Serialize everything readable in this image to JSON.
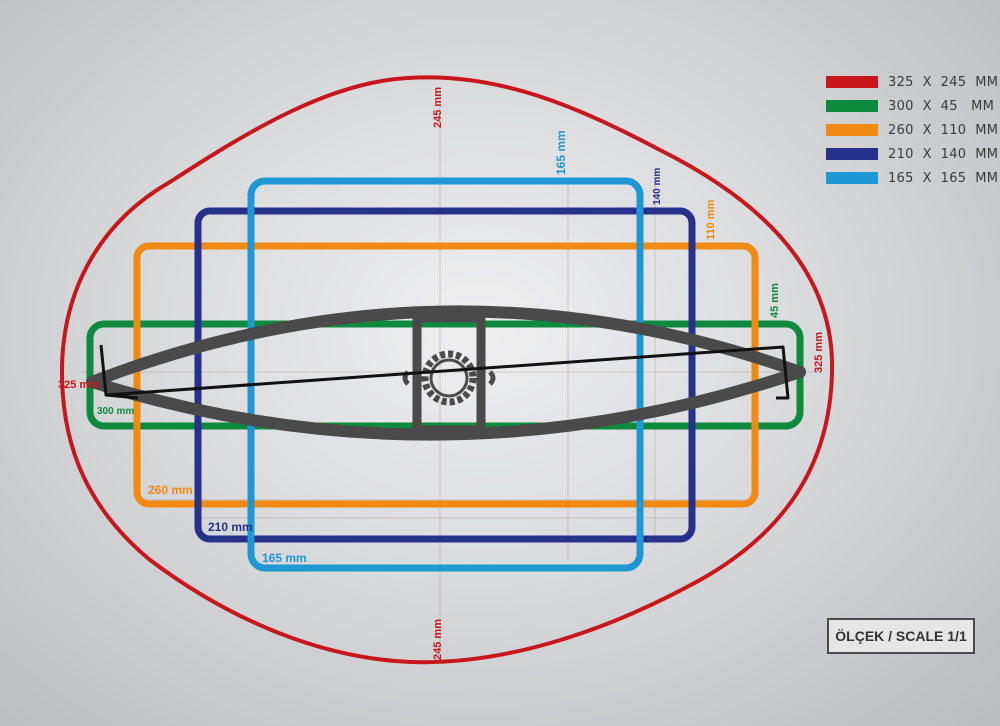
{
  "colors": {
    "red": "#c8161d",
    "green": "#0e8a3e",
    "orange": "#f08a12",
    "navy": "#25318a",
    "blue": "#1f97d4",
    "part": "#4a4a4a"
  },
  "legend": [
    {
      "label": "325  X  245  MM",
      "color": "#c8161d"
    },
    {
      "label": "300  X  45   MM",
      "color": "#0e8a3e"
    },
    {
      "label": "260  X  110  MM",
      "color": "#f08a12"
    },
    {
      "label": "210  X  140  MM",
      "color": "#25318a"
    },
    {
      "label": "165  X  165  MM",
      "color": "#1f97d4"
    }
  ],
  "dimensions": {
    "red_height_top": "245 mm",
    "red_height_bottom": "245 mm",
    "red_width_left": "325 mm",
    "red_width_right": "325 mm",
    "green_width": "300 mm",
    "green_height": "45 mm",
    "orange_width": "260 mm",
    "orange_height": "110 mm",
    "navy_width": "210 mm",
    "navy_height": "140 mm",
    "blue_width": "165 mm",
    "blue_height_top": "165 mm"
  },
  "scale_label": "ÖLÇEK / SCALE 1/1"
}
